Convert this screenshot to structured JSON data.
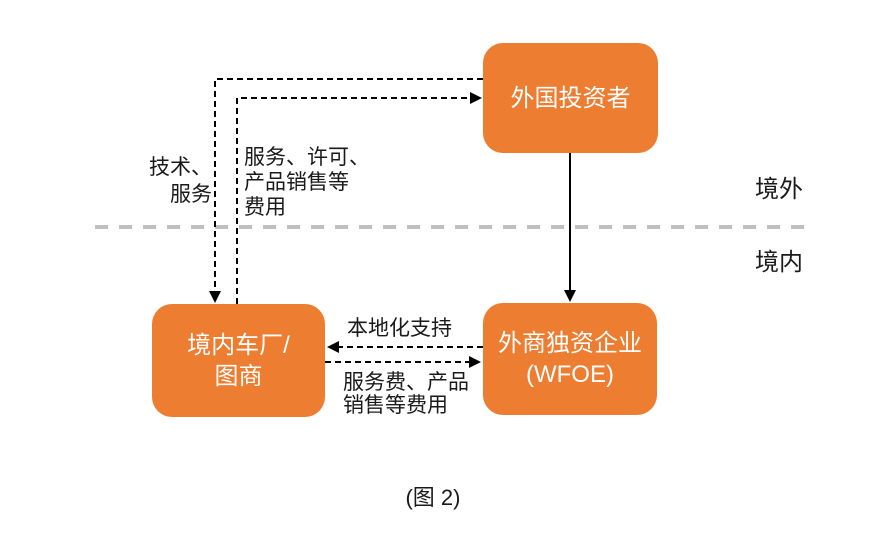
{
  "diagram": {
    "caption": "(图 2)",
    "regions": {
      "offshore": "境外",
      "onshore": "境内"
    },
    "nodes": {
      "foreign_investor": {
        "label": "外国投资者"
      },
      "domestic_oem_map": {
        "label": "境内车厂/\n图商"
      },
      "wfoe": {
        "label": "外商独资企业\n(WFOE)"
      }
    },
    "edges": {
      "tech_services": {
        "label": "技术、\n服务",
        "from": "foreign_investor",
        "to": "domestic_oem_map",
        "style": "dashed"
      },
      "service_license_fees": {
        "label": "服务、许可、\n产品销售等\n费用",
        "from": "domestic_oem_map",
        "to": "foreign_investor",
        "style": "dashed"
      },
      "investment": {
        "label": "",
        "from": "foreign_investor",
        "to": "wfoe",
        "style": "solid"
      },
      "localization_support": {
        "label": "本地化支持",
        "from": "wfoe",
        "to": "domestic_oem_map",
        "style": "dashed"
      },
      "service_sales_fees": {
        "label": "服务费、产品\n销售等费用",
        "from": "domestic_oem_map",
        "to": "wfoe",
        "style": "dashed"
      }
    },
    "colors": {
      "box_fill": "#ED7D31",
      "box_text": "#FFFFFF",
      "label_text": "#1A1A1A",
      "arrow": "#000000",
      "divider": "#BFBFBF"
    }
  }
}
